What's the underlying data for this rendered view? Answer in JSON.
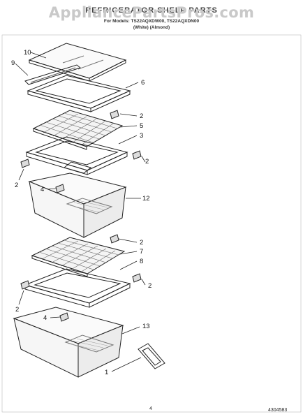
{
  "header": {
    "title": "REFRIGERATOR SHELF PARTS",
    "models": "For Models: TS22AQXDW00, TS22AQXDN00",
    "colors": "(White)  (Almond)"
  },
  "watermark": "AppliancePartsPros.com",
  "footer": {
    "page": "4",
    "doc_number": "4304583"
  },
  "callouts": [
    "10",
    "9",
    "6",
    "2",
    "5",
    "3",
    "2",
    "2",
    "4",
    "12",
    "2",
    "7",
    "8",
    "2",
    "2",
    "4",
    "13",
    "1"
  ]
}
